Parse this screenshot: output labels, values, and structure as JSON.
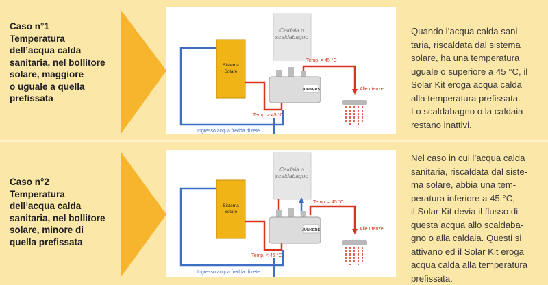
{
  "case1": {
    "title": "Caso n°1\nTemperatura\ndell’acqua calda\nsanitaria, nel bollitore\nsolare, maggiore\no uguale a quella\nprefissata",
    "description": "Quando l’acqua calda sani-\ntaria, riscaldata dal sistema\nsolare, ha una temperatura\nuguale o superiore a 45 °C, il\nSolar Kit eroga acqua calda\nalla temperatura prefissata.\nLo scaldabagno o la caldaia\nrestano inattivi.",
    "diagram": {
      "boiler_line1": "Caldaia o",
      "boiler_line2": "scaldabagno",
      "solar_line1": "Sistema",
      "solar_line2": "Solare",
      "temp_out": "Temp. = 45 °C",
      "temp_in": "Temp. ≥ 45 °C",
      "users": "Alle utenze",
      "cold_inlet": "Ingresso acqua fredda di rete",
      "brand": "JUNKERS"
    }
  },
  "case2": {
    "title": "Caso n°2\nTemperatura\ndell’acqua calda\nsanitaria, nel bollitore\nsolare, minore di\nquella prefissata",
    "description": "Nel caso in cui l’acqua calda\nsanitaria, riscaldata dal siste-\nma solare, abbia una tem-\nperatura inferiore a 45 °C,\nil Solar Kit devia il flusso di\nquesta acqua allo scaldaba-\ngno o alla caldaia. Questi si\nattivano ed il Solar Kit eroga\nacqua calda alla temperatura\nprefissata.",
    "diagram": {
      "boiler_line1": "Caldaia o",
      "boiler_line2": "scaldabagno",
      "solar_line1": "Sistema",
      "solar_line2": "Solare",
      "temp_out": "Temp. = 45 °C",
      "temp_in": "Temp. < 45 °C",
      "users": "Alle utenze",
      "cold_inlet": "Ingresso acqua fredda di rete",
      "brand": "JUNKERS"
    }
  },
  "colors": {
    "background": "#fbe7a8",
    "arrow": "#f6b52c",
    "solar_box": "#f0b416",
    "hot_pipe": "#d9341f",
    "cold_pipe": "#3f6fc4",
    "panel": "#ffffff"
  }
}
